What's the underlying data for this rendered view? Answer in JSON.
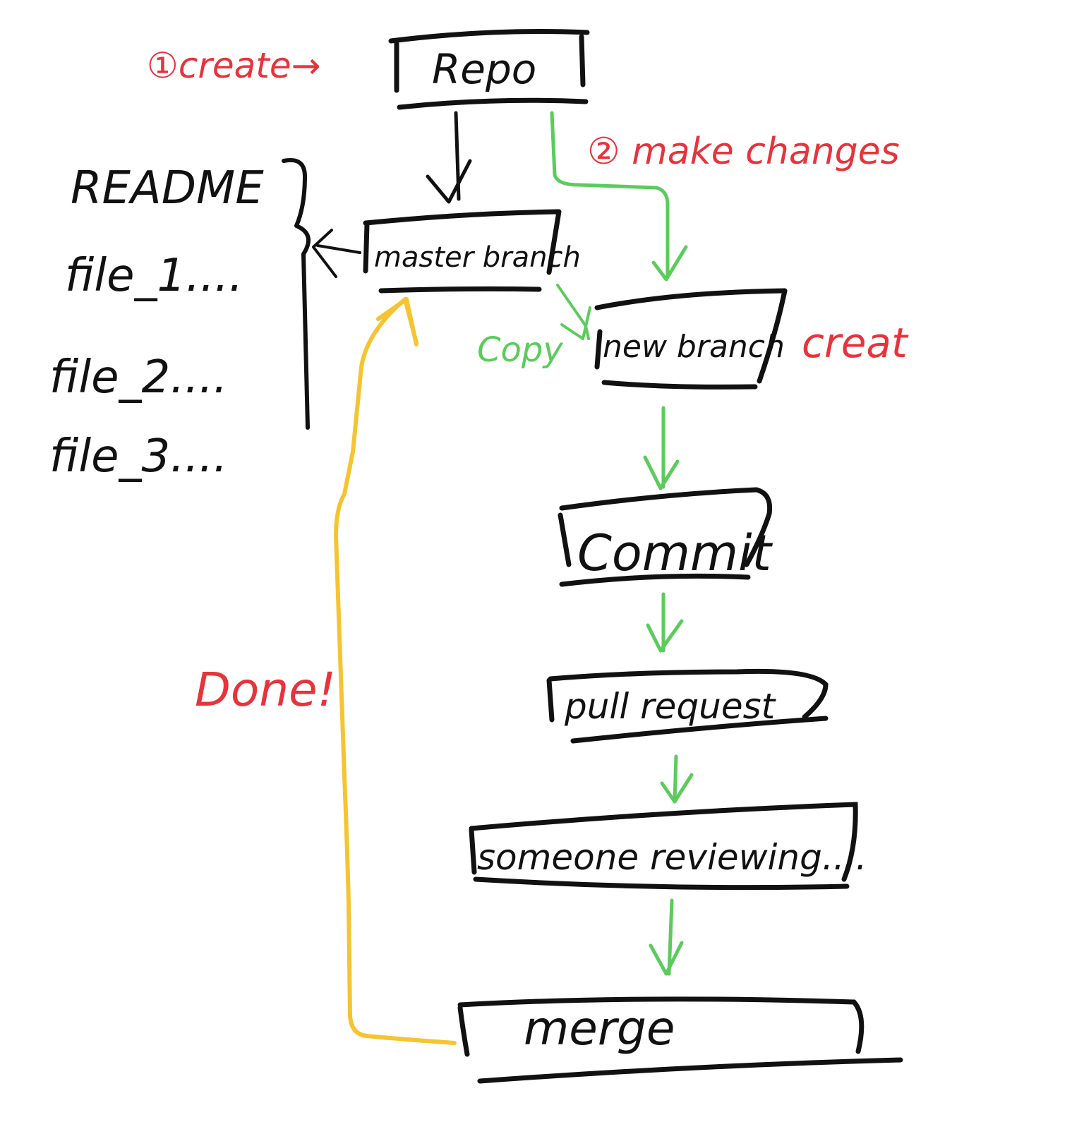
{
  "colors": {
    "ink": "#111111",
    "red": "#e8333c",
    "green": "#5ccb5c",
    "yellow": "#f6c431"
  },
  "nodes": {
    "repo": "Repo",
    "master_branch": "master branch",
    "new_branch": "new branch",
    "commit": "Commit",
    "pull_request": "pull request",
    "reviewing": "someone reviewing....",
    "merge": "merge"
  },
  "files": [
    "README",
    "file_1....",
    "file_2....",
    "file_3...."
  ],
  "annotations": {
    "create": "①create→",
    "make_changes": "② make changes",
    "creat": "creat",
    "copy": "Copy",
    "done": "Done!"
  }
}
